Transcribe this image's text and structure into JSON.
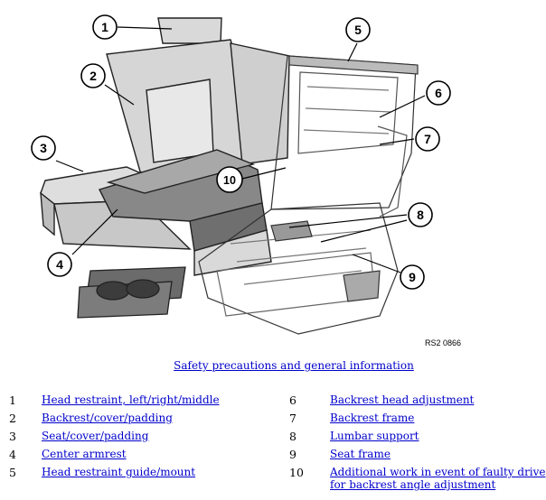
{
  "figure": {
    "code": "RS2 0866",
    "callouts": [
      "1",
      "2",
      "3",
      "4",
      "5",
      "6",
      "7",
      "8",
      "9",
      "10"
    ]
  },
  "caption_link": "Safety precautions and general information",
  "legend": [
    {
      "num": "1",
      "label": "Head restraint, left/right/middle"
    },
    {
      "num": "2",
      "label": "Backrest/cover/padding"
    },
    {
      "num": "3",
      "label": "Seat/cover/padding"
    },
    {
      "num": "4",
      "label": "Center armrest"
    },
    {
      "num": "5",
      "label": "Head restraint guide/mount"
    },
    {
      "num": "6",
      "label": "Backrest head adjustment"
    },
    {
      "num": "7",
      "label": "Backrest frame"
    },
    {
      "num": "8",
      "label": "Lumbar support"
    },
    {
      "num": "9",
      "label": "Seat frame"
    },
    {
      "num": "10",
      "label": "Additional work in event of faulty drive for backrest angle adjustment"
    }
  ]
}
